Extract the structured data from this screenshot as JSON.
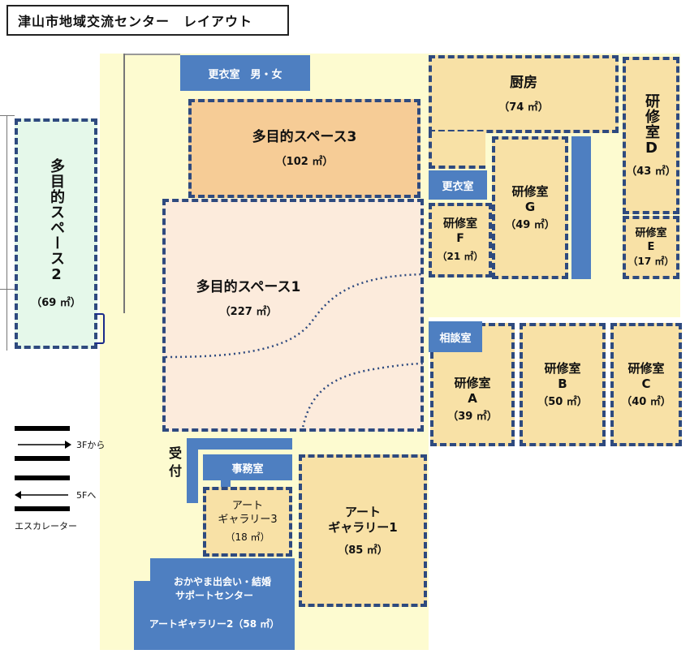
{
  "title": "津山市地域交流センター　レイアウト",
  "rooms": {
    "space3": {
      "name": "多目的スペース3",
      "area": "（102 ㎡）"
    },
    "space1": {
      "name": "多目的スペース1",
      "area": "（227 ㎡）"
    },
    "space2": {
      "name": "多目的スペース2",
      "area": "（69 ㎡）"
    },
    "kitchen": {
      "name": "厨房",
      "area": "（74 ㎡）"
    },
    "kenD": {
      "name": "研修室D",
      "area": "（43 ㎡）"
    },
    "kenG": {
      "name": "研修室",
      "letter": "G",
      "area": "（49 ㎡）"
    },
    "kenF": {
      "name": "研修室",
      "letter": "F",
      "area": "（21 ㎡）"
    },
    "kenE": {
      "name": "研修室",
      "letter": "E",
      "area": "（17 ㎡）"
    },
    "kenA": {
      "name": "研修室",
      "letter": "A",
      "area": "（39 ㎡）"
    },
    "kenB": {
      "name": "研修室",
      "letter": "B",
      "area": "（50 ㎡）"
    },
    "kenC": {
      "name": "研修室",
      "letter": "C",
      "area": "（40 ㎡）"
    },
    "gallery1": {
      "name": "アート",
      "name2": "ギャラリー1",
      "area": "（85 ㎡）"
    },
    "gallery3": {
      "name": "アート",
      "name2": "ギャラリー3",
      "area": "（18 ㎡）"
    }
  },
  "labels": {
    "locker_mf": "更衣室　男・女",
    "locker": "更衣室",
    "consult": "相談室",
    "office": "事務室",
    "reception": "受付",
    "support_line1": "おかやま出会い・結婚",
    "support_line2": "サポートセンター",
    "gallery2": "アートギャラリー2（58 ㎡）"
  },
  "escalator": {
    "from3f": "3Fから",
    "to5f": "5Fへ",
    "label": "エスカレーター"
  }
}
